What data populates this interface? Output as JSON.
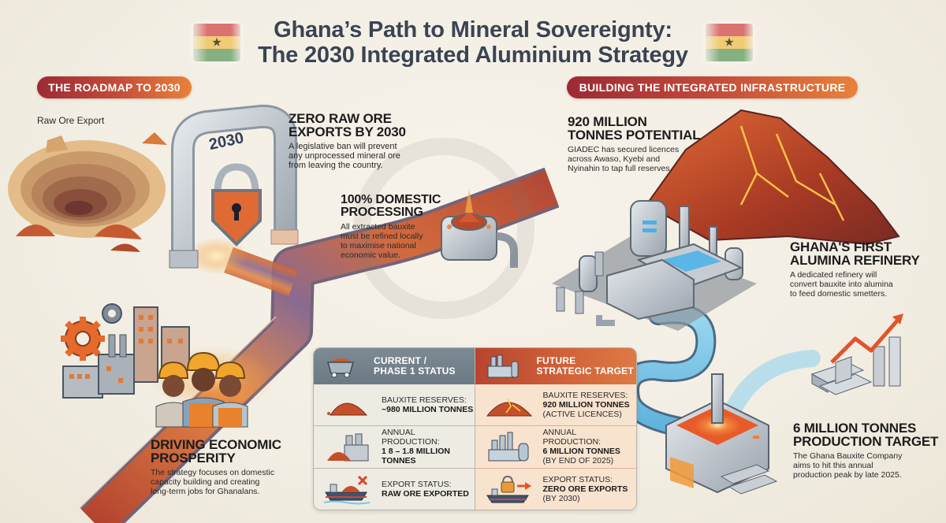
{
  "header": {
    "title_line1": "Ghana’s Path to Mineral Sovereignty:",
    "title_line2": "The 2030 Integrated Aluminium Strategy",
    "flag_icon": "ghana-flag",
    "flag_star": "★"
  },
  "sections": {
    "left_pill": "THE ROADMAP TO 2030",
    "right_pill": "BUILDING THE INTEGRATED INFRASTRUCTURE"
  },
  "roadmap": {
    "raw_ore_label": "Raw Ore Export",
    "arch_year": "2030",
    "zero_exports": {
      "title_line1": "ZERO RAW ORE",
      "title_line2": "EXPORTS BY 2030",
      "desc": [
        "A legislative ban will prevent",
        "any unprocessed mineral ore",
        "from leaving the country."
      ]
    },
    "domestic_processing": {
      "title_line1": "100% DOMESTIC",
      "title_line2": "PROCESSING",
      "desc": [
        "All extracted bauxite",
        "must be refined locally",
        "to maximise national",
        "economic value."
      ]
    },
    "prosperity": {
      "title_line1": "DRIVING ECONOMIC",
      "title_line2": "PROSPERITY",
      "desc": [
        "The strategy focuses on domestic",
        "capacity building and creating",
        "long-term jobs for Ghanalans."
      ]
    }
  },
  "infrastructure": {
    "potential": {
      "title_line1": "920 MILLION",
      "title_line2": "TONNES POTENTIAL",
      "desc": [
        "GIADEC has secured licences",
        "across Awaso, Kyebi and",
        "Nyinahin to tap full reserves."
      ]
    },
    "refinery": {
      "title_line1": "GHANA'S FIRST",
      "title_line2": "ALUMINA REFINERY",
      "desc": [
        "A dedicated refinery will",
        "convert bauxite into alumina",
        "to feed domestic smetters."
      ]
    },
    "target": {
      "title_line1": "6 MILLION TONNES",
      "title_line2": "PRODUCTION TARGET",
      "desc": [
        "The Ghana Bauxite Company",
        "aims to hit this annual",
        "production peak by late 2025."
      ]
    }
  },
  "comparison": {
    "current": {
      "header_line1": "CURRENT /",
      "header_line2": "PHASE 1 STATUS",
      "rows": [
        {
          "label": "BAUXITE RESERVES:",
          "value": "~980 MILLION TONNES",
          "note": "",
          "icon": "bauxite-pile-icon"
        },
        {
          "label": "ANNUAL PRODUCTION:",
          "value": "1 8 – 1.8 MILLION TONNES",
          "note": "",
          "icon": "factory-ore-icon"
        },
        {
          "label": "EXPORT STATUS:",
          "value": "RAW ORE EXPORTED",
          "note": "",
          "icon": "ship-ore-x-icon"
        }
      ]
    },
    "future": {
      "header_line1": "FUTURE",
      "header_line2": "STRATEGIC TARGET",
      "rows": [
        {
          "label": "BAUXITE RESERVES:",
          "value": "920 MILLION TONNES",
          "note": "(ACTIVE LICENCES)",
          "icon": "glowing-bauxite-icon"
        },
        {
          "label": "ANNUAL PRODUCTION:",
          "value": "6 MILLION TONNES",
          "note": "(BY END OF 2025)",
          "icon": "refinery-icon"
        },
        {
          "label": "EXPORT STATUS:",
          "value": "ZERO ORE EXPORTS",
          "note": "(BY 2030)",
          "icon": "ship-lock-icon"
        }
      ]
    }
  },
  "colors": {
    "background": "#f2eee3",
    "pill_start": "#9c2a34",
    "pill_end": "#e8823a",
    "current_header": "#75828c",
    "future_header": "#c4523a",
    "future_body": "#f8e3cf",
    "pipe_blue": "#7cc6e8",
    "title_text": "#3a4452"
  }
}
